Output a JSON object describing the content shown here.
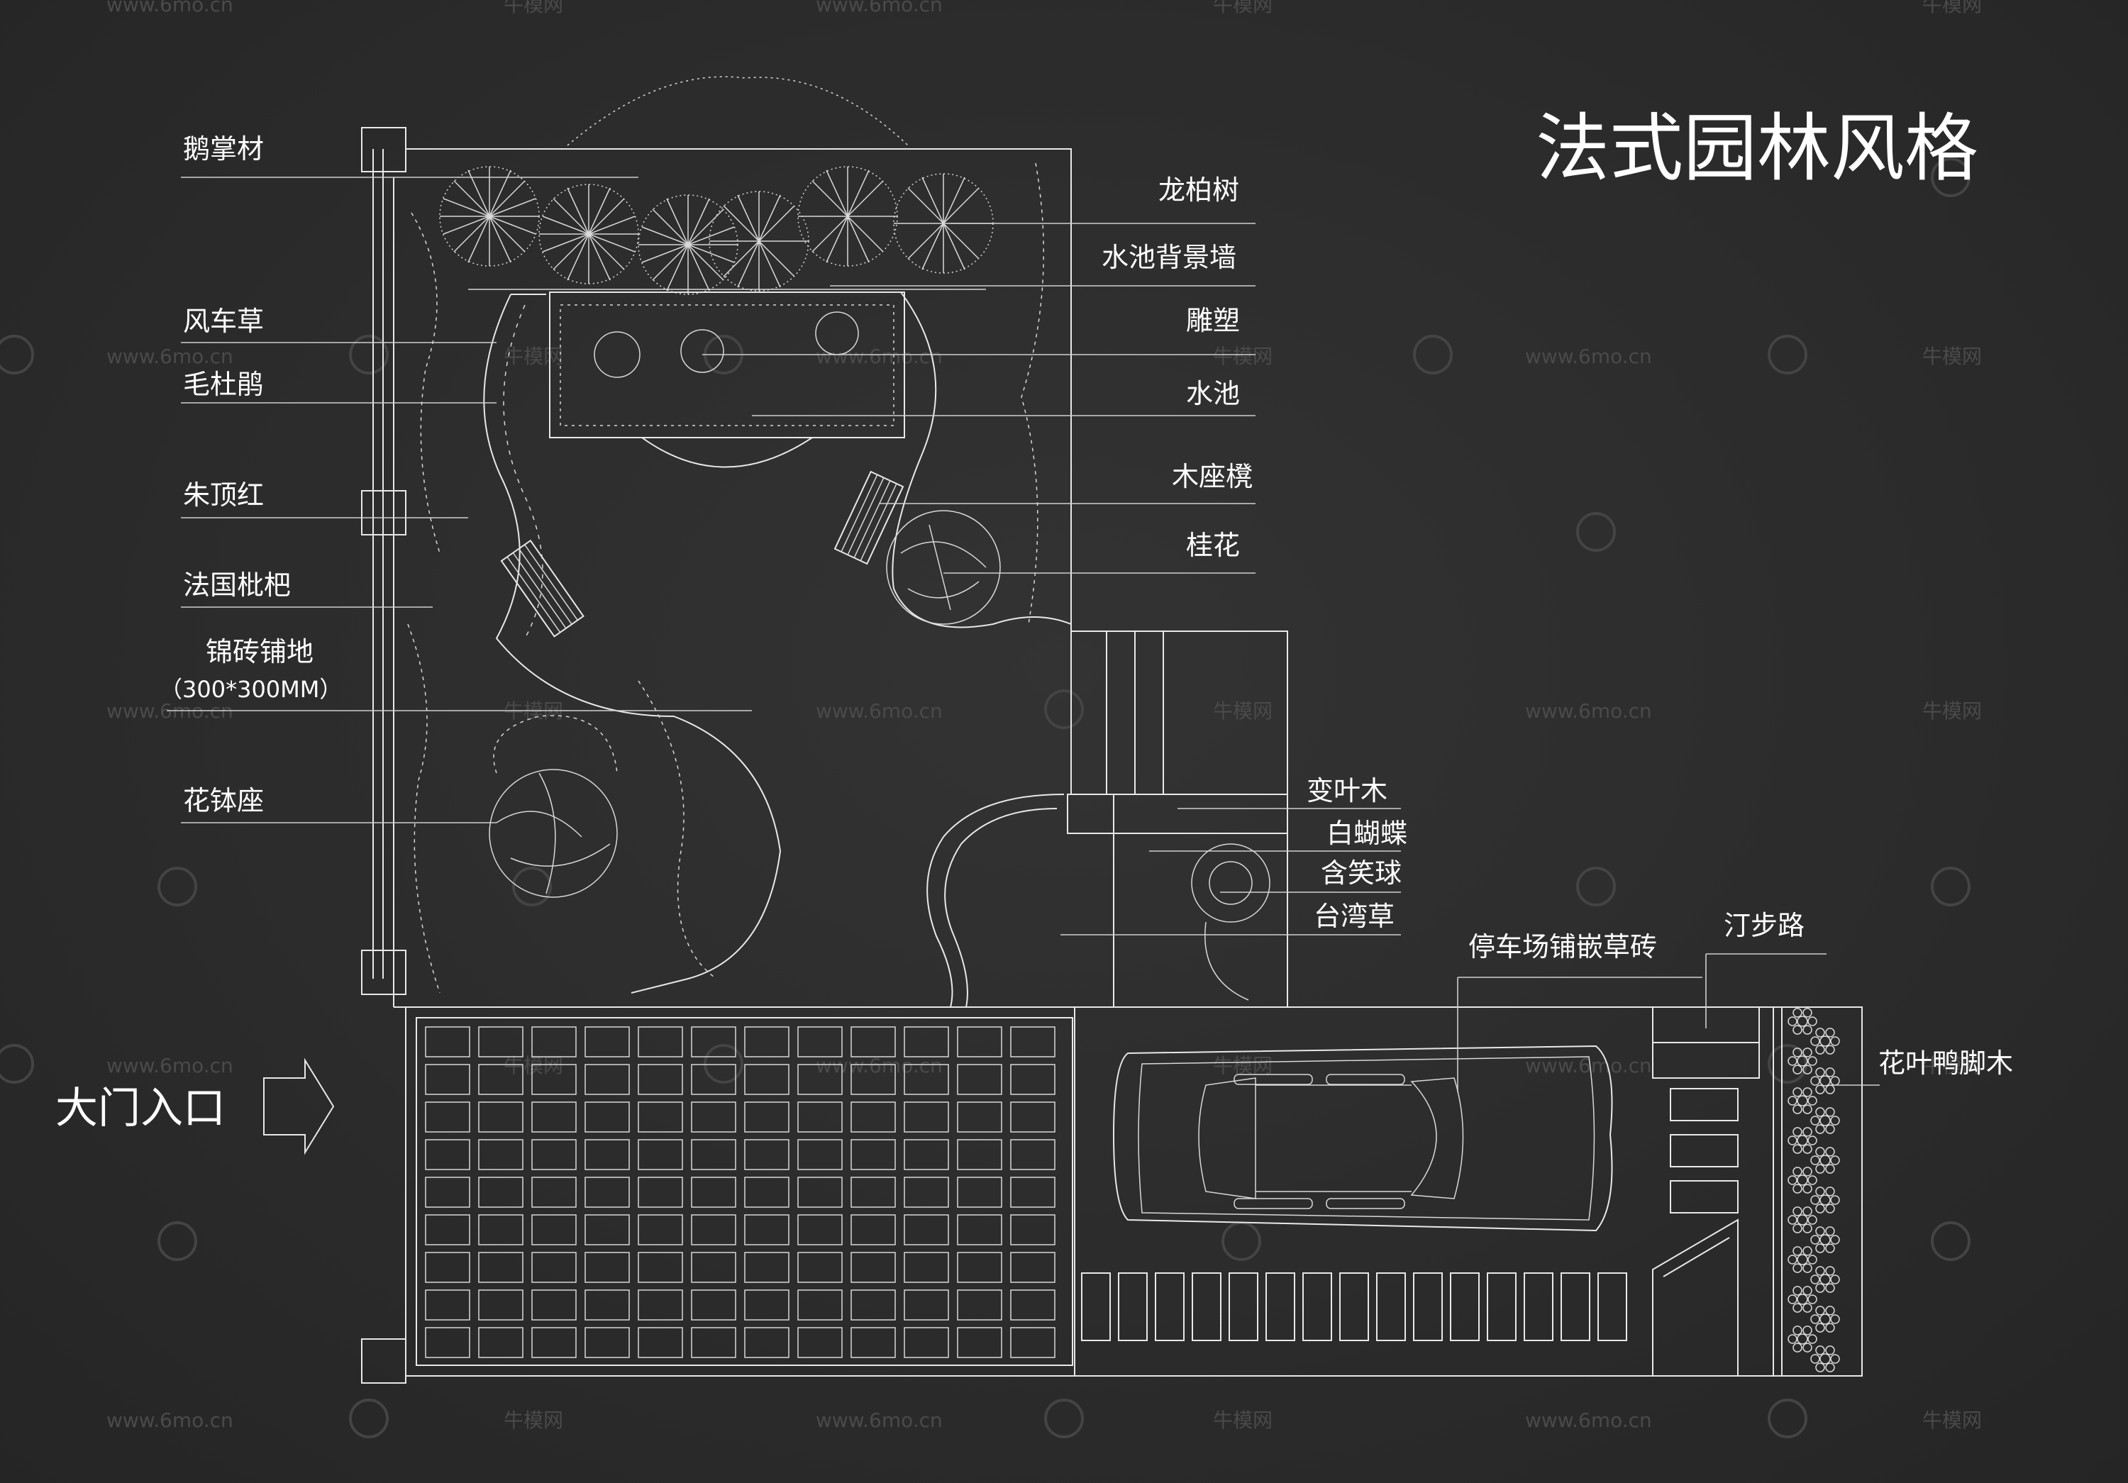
{
  "title": "法式园林风格",
  "entrance_label": "大门入口",
  "left_labels": [
    {
      "id": "e-zhang-cai",
      "text": "鹅掌材"
    },
    {
      "id": "feng-che-cao",
      "text": "风车草"
    },
    {
      "id": "mao-du-juan",
      "text": "毛杜鹃"
    },
    {
      "id": "zhu-ding-hong",
      "text": "朱顶红"
    },
    {
      "id": "fa-guo-pi-pa",
      "text": "法国枇杷"
    },
    {
      "id": "jin-zhuan-pu-di",
      "text": "锦砖铺地"
    },
    {
      "id": "jin-zhuan-size",
      "text": "（300*300MM）"
    },
    {
      "id": "hua-bo-zuo",
      "text": "花钵座"
    }
  ],
  "right_labels": [
    {
      "id": "long-bai-shu",
      "text": "龙柏树"
    },
    {
      "id": "shui-chi-bei-jing-qiang",
      "text": "水池背景墙"
    },
    {
      "id": "diao-su",
      "text": "雕塑"
    },
    {
      "id": "shui-chi",
      "text": "水池"
    },
    {
      "id": "mu-zuo-deng",
      "text": "木座櫈"
    },
    {
      "id": "gui-hua",
      "text": "桂花"
    },
    {
      "id": "bian-ye-mu",
      "text": "变叶木"
    },
    {
      "id": "bai-hu-die",
      "text": "白蝴蝶"
    },
    {
      "id": "han-xiao-qiu",
      "text": "含笑球"
    },
    {
      "id": "tai-wan-cao",
      "text": "台湾草"
    },
    {
      "id": "ting-che-chang",
      "text": "停车场铺嵌草砖"
    },
    {
      "id": "ting-bu-lu",
      "text": "汀步路"
    },
    {
      "id": "hua-ye-ya-jiao-mu",
      "text": "花叶鸭脚木"
    }
  ],
  "watermarks": {
    "site": "www.6mo.cn",
    "brand": "牛模网"
  },
  "colors": {
    "background": "#2d2d2d",
    "linework": "#e8e8e8",
    "text": "#ffffff",
    "watermark": "#4a4a4a"
  }
}
